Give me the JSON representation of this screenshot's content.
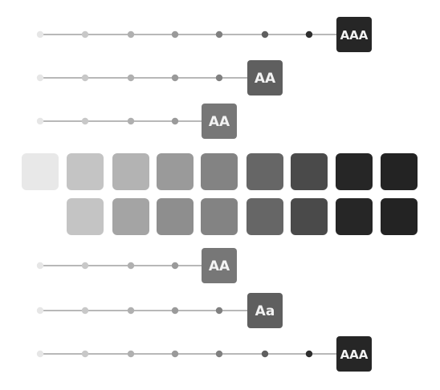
{
  "connector_rows": [
    {
      "label": "AAA",
      "dots": 7,
      "badge_color": "#262626"
    },
    {
      "label": "AA",
      "dots": 5,
      "badge_color": "#5f5f5f"
    },
    {
      "label": "AA",
      "dots": 4,
      "badge_color": "#777777"
    },
    {
      "label": "AA",
      "dots": 4,
      "badge_color": "#777777"
    },
    {
      "label": "Aa",
      "dots": 5,
      "badge_color": "#5f5f5f"
    },
    {
      "label": "AAA",
      "dots": 7,
      "badge_color": "#262626"
    }
  ],
  "swatch_rows": [
    [
      "#e8e8e8",
      "#c4c4c4",
      "#b3b3b3",
      "#9a9a9a",
      "#838383",
      "#666666",
      "#4a4a4a",
      "#262626",
      "#232323"
    ],
    [
      "#ffffff",
      "#c4c4c4",
      "#a4a4a4",
      "#8e8e8e",
      "#838383",
      "#666666",
      "#4a4a4a",
      "#262626",
      "#232323"
    ]
  ],
  "dot_colors": [
    "#e6e6e6",
    "#c8c8c8",
    "#b0b0b0",
    "#9a9a9a",
    "#808080",
    "#5f5f5f",
    "#2e2e2e"
  ],
  "line_color": "#8a8a8a"
}
